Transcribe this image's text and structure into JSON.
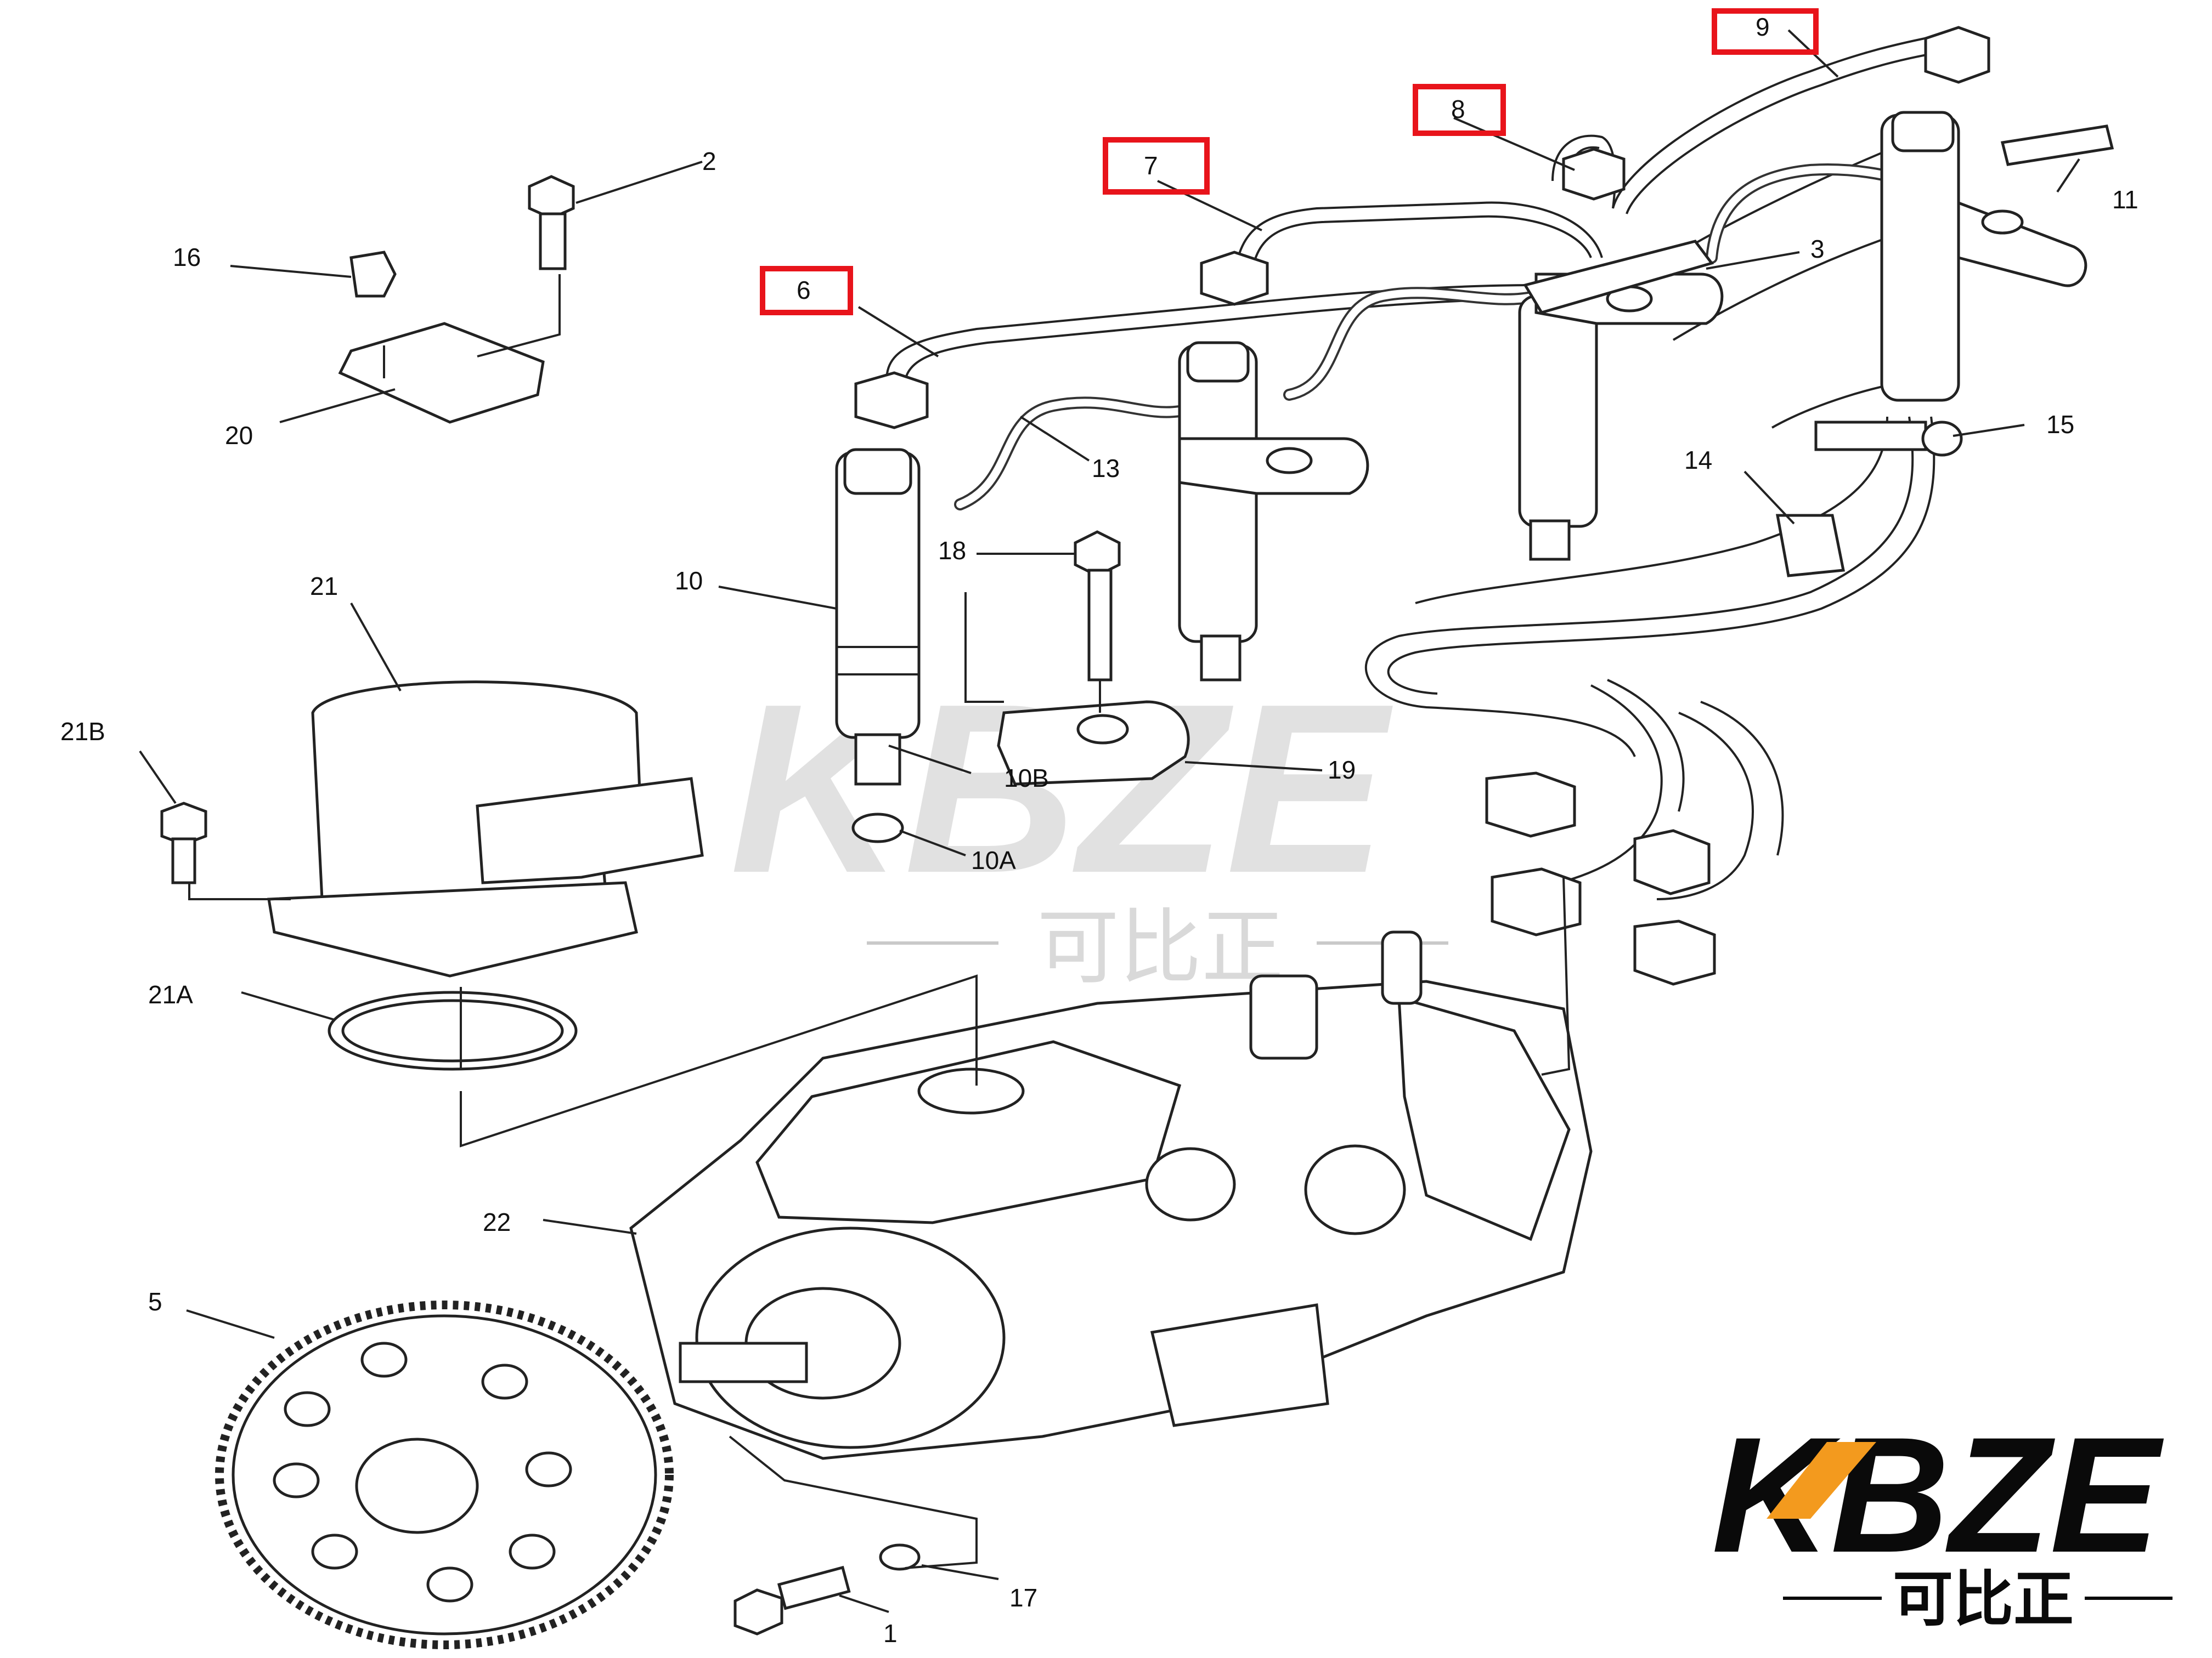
{
  "labels": {
    "l1": "1",
    "l2": "2",
    "l3": "3",
    "l5": "5",
    "l6": "6",
    "l7": "7",
    "l8": "8",
    "l9": "9",
    "l10": "10",
    "l10A": "10A",
    "l10B": "10B",
    "l11": "11",
    "l13": "13",
    "l14": "14",
    "l15": "15",
    "l16": "16",
    "l17": "17",
    "l18": "18",
    "l19": "19",
    "l20": "20",
    "l21": "21",
    "l21A": "21A",
    "l21B": "21B",
    "l22": "22"
  },
  "highlighted": [
    "6",
    "7",
    "8",
    "9"
  ],
  "highlight_color": "#e8141b",
  "watermark": {
    "brand": "KBZE",
    "chinese": "可比正"
  },
  "logo": {
    "brand": "KBZE",
    "chinese": "可比正",
    "accent_color": "#f39a1e"
  }
}
